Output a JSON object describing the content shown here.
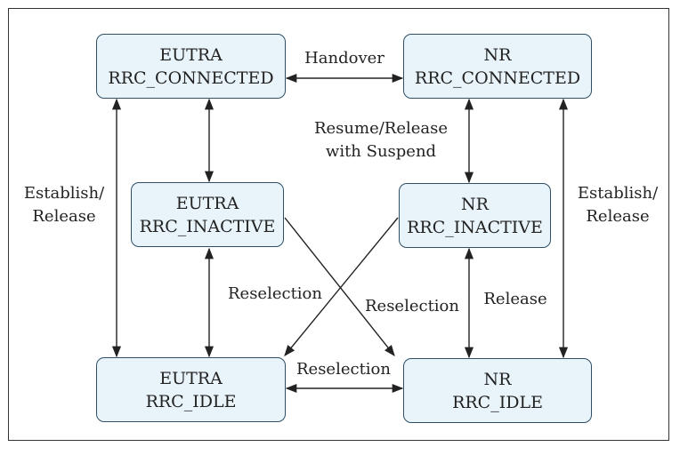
{
  "states": {
    "eutra_connected": {
      "line1": "EUTRA",
      "line2": "RRC_CONNECTED"
    },
    "nr_connected": {
      "line1": "NR",
      "line2": "RRC_CONNECTED"
    },
    "eutra_inactive": {
      "line1": "EUTRA",
      "line2": "RRC_INACTIVE"
    },
    "nr_inactive": {
      "line1": "NR",
      "line2": "RRC_INACTIVE"
    },
    "eutra_idle": {
      "line1": "EUTRA",
      "line2": "RRC_IDLE"
    },
    "nr_idle": {
      "line1": "NR",
      "line2": "RRC_IDLE"
    }
  },
  "labels": {
    "handover": "Handover",
    "resume_release_line1": "Resume/Release",
    "resume_release_line2": "with Suspend",
    "establish_left_line1": "Establish/",
    "establish_left_line2": "Release",
    "establish_right_line1": "Establish/",
    "establish_right_line2": "Release",
    "reselection_left": "Reselection",
    "reselection_right": "Reselection",
    "release": "Release",
    "reselection_bottom": "Reselection"
  },
  "colors": {
    "box_fill": "#e8f4fa",
    "box_border": "#2f4f66",
    "arrow": "#222222"
  }
}
